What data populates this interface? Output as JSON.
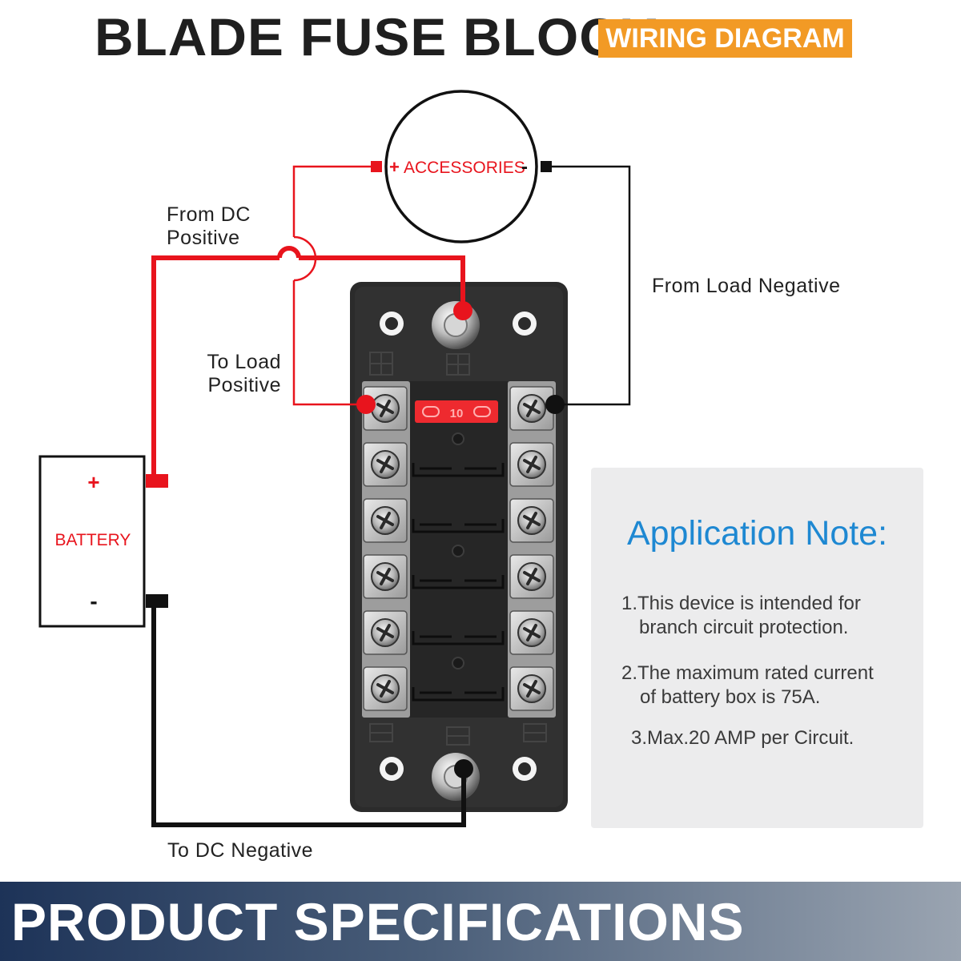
{
  "header": {
    "title": "BLADE FUSE BLOCK",
    "badge": "WIRING DIAGRAM"
  },
  "diagram": {
    "accessories": {
      "plus": "+",
      "label": "ACCESSORIES",
      "minus": "-"
    },
    "battery": {
      "plus": "+",
      "label": "BATTERY",
      "minus": "-"
    },
    "fuse_label": "10",
    "labels": {
      "from_dc_positive": [
        "From DC",
        "Positive"
      ],
      "to_load_positive": [
        "To Load",
        "Positive"
      ],
      "from_load_negative": "From Load Negative",
      "to_dc_negative": "To DC Negative"
    },
    "colors": {
      "positive_wire": "#e8141d",
      "negative_wire": "#111111",
      "fuse_block_body": "#2a2a2a",
      "badge": "#f29a25",
      "note_title": "#1e88d2"
    }
  },
  "application_note": {
    "title": "Application Note:",
    "items": [
      [
        "1.This device is intended for",
        "branch circuit protection."
      ],
      [
        "2.The maximum rated current",
        "of battery box is 75A."
      ],
      [
        "3.Max.20 AMP per Circuit."
      ]
    ]
  },
  "footer": {
    "title": "PRODUCT SPECIFICATIONS"
  }
}
